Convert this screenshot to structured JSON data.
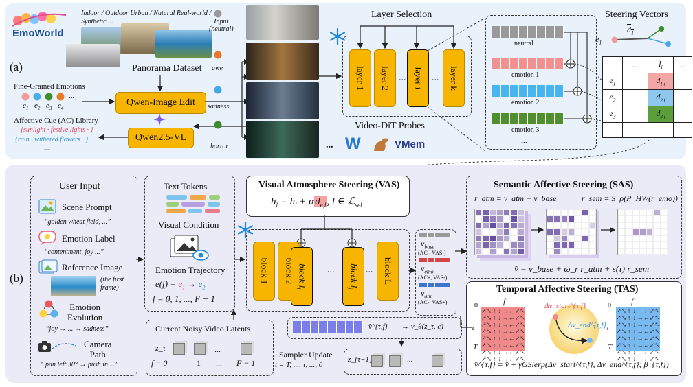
{
  "panel_a": {
    "label": "(a)",
    "logo": "EmoWorld",
    "scene_types": "Indoor / Outdoor  Urban / Natural  Real-world / Synthetic ...",
    "panorama_dataset": "Panorama Dataset",
    "fine_grained": "Fine-Grained Emotions",
    "e1": "e",
    "e2": "e",
    "e3": "e",
    "e4": "e",
    "sub1": "1",
    "sub2": "2",
    "sub3": "3",
    "sub4": "4",
    "ellipsis": "...",
    "qwen_edit": "Qwen-Image Edit",
    "qwen_vl": "Qwen2.5-VL",
    "ac_library": "Affective Cue (AC) Library",
    "ac_cue1": "{sunlight · festive lights · }",
    "ac_cue2": "{rain · withered flowers · }",
    "dots": "...",
    "emotions": [
      {
        "label": "Input\n(neutral)",
        "color": "#9a9a9a"
      },
      {
        "label": "awe",
        "color": "#e8792e"
      },
      {
        "label": "sadness",
        "color": "#45a8e6"
      },
      {
        "label": "horror",
        "color": "#3e8a2e"
      }
    ],
    "layer_selection": "Layer Selection",
    "layers": [
      "layer 1",
      "layer 2",
      "...",
      "layer i",
      "...",
      "layer k"
    ],
    "probes_title": "Video-DiT Probes",
    "probe_logos": [
      "...",
      "W",
      "VMem"
    ],
    "neutral": "neutral",
    "emotion1": "emotion 1",
    "emotion2": "emotion 2",
    "emotion3": "emotion 3",
    "steering_title": "Steering Vectors",
    "d1": "d",
    "d1_sub": "1",
    "e1_vec": "e",
    "e1_vec_sub": "1",
    "table_header": [
      "...",
      "l",
      "..."
    ],
    "table_rows": [
      {
        "e": "e",
        "sub": "1",
        "d": "d",
        "dsub": "1,i",
        "color": "#f2a6a6"
      },
      {
        "e": "e",
        "sub": "2",
        "d": "d",
        "dsub": "2,i",
        "color": "#8ec8ef"
      },
      {
        "e": "e",
        "sub": "3",
        "d": "d",
        "dsub": "3,i",
        "color": "#5c9e3c"
      }
    ],
    "table_header_sub": "i"
  },
  "panel_b": {
    "label": "(b)",
    "user_input": "User Input",
    "scene_prompt": "Scene Prompt",
    "scene_prompt_ex": "“golden wheat field, ...”",
    "emotion_label": "Emotion Label",
    "emotion_label_ex": "“contentment, joy ...”",
    "reference_image": "Reference Image",
    "first_frame": "(the first\nframe)",
    "emotion_evolution": "Emotion\nEvolution",
    "evolution_ex": "“joy → ... → sadness”",
    "camera_path": "Camera\nPath",
    "camera_ex": "“ pan left 30° → push in ...”",
    "text_tokens": "Text Tokens",
    "visual_condition": "Visual Condition",
    "emotion_trajectory": "Emotion Trajectory",
    "traj_formula": "e(f) = ",
    "traj_e1": "e",
    "traj_e1_sub": "1",
    "traj_arrow": " → ",
    "traj_e2": "e",
    "traj_e2_sub": "2",
    "traj_range": "f = 0, 1, ..., F − 1",
    "vas_title": "Visual Atmosphere Steering (VAS)",
    "vas_formula_a": "h",
    "vas_formula_b": " = h",
    "vas_formula_c": " + α",
    "vas_formula_d": "d",
    "vas_formula_e": ",   l ∈ ℒ",
    "vas_sub_l": "l",
    "vas_sub_el": "e,l",
    "vas_sub_sel": "sel",
    "blocks": [
      "block 1",
      "block 2",
      "...",
      "block l",
      "...",
      "block l",
      "...",
      "block L"
    ],
    "block_sub_i": "i",
    "block_sub_j": "j",
    "v_base": "v",
    "v_base_sub": "base",
    "v_base_note": "(AC-, VAS-)",
    "v_emo": "v",
    "v_emo_sub": "emo",
    "v_emo_note": "(AC+, VAS-)",
    "v_atm": "v",
    "v_atm_sub": "atm",
    "v_atm_note": "(AC-, VAS+)",
    "sas_title": "Semantic Affective Steering (SAS)",
    "sas_ratm": "r",
    "sas_ratm_rest": " = v",
    "sas_eq1": "r_atm = v_atm − v_base",
    "sas_eq2": "r_sem = S_ρ(P_HW(r_emo))",
    "sas_eq3": "v̂ = v_base + ω_r r_atm + s(τ) r_sem",
    "tas_title": "Temporal Affective Steering (TAS)",
    "tas_f": "f",
    "tas_zero": "0",
    "tas_tau": "τ",
    "tas_T": "T",
    "tas_start": "Δv_start^{τ,f}",
    "tas_end": "Δv_end^{τ,f}",
    "tas_eq": "v̂^{τ,f} = v̂ + γGSlerp(Δv_start^{τ,f}, Δv_end^{τ,f}; β_{τ,f})",
    "vhat_tf": "v̂^{τ,f}",
    "v_theta": "→ v_θ(z_τ, c)",
    "latents_title": "Current Noisy Video Latents",
    "z_tau": "z_τ",
    "f_row": [
      "f = 0",
      "1",
      "...",
      "F − 1"
    ],
    "sampler": "Sampler Update",
    "sampler_t": "t = T, ..., τ, ..., 0",
    "z_prev": "z_{τ−1}",
    "dots": "..."
  },
  "colors": {
    "panel_a_bg": "#e9f1fa",
    "panel_b_bg": "#ebeaf7",
    "block_yellow": "#f7b500",
    "neutral_gray": "#9a9a9a",
    "emotion_red": "#f0908f",
    "emotion_blue": "#47b5f0",
    "emotion_green": "#4f8f30",
    "latent_blue": "#7b7ee8",
    "heat_purple": "#5b3f9a",
    "tas_red": "#f08a8a",
    "tas_blue": "#7ab8f0"
  },
  "icons": [
    "snowflake-icon",
    "picture-icon",
    "chat-icon",
    "camera-icon",
    "emoji-icon",
    "eye-icon",
    "gemini-star-icon",
    "dinosaur-icon",
    "w-logo-icon"
  ]
}
